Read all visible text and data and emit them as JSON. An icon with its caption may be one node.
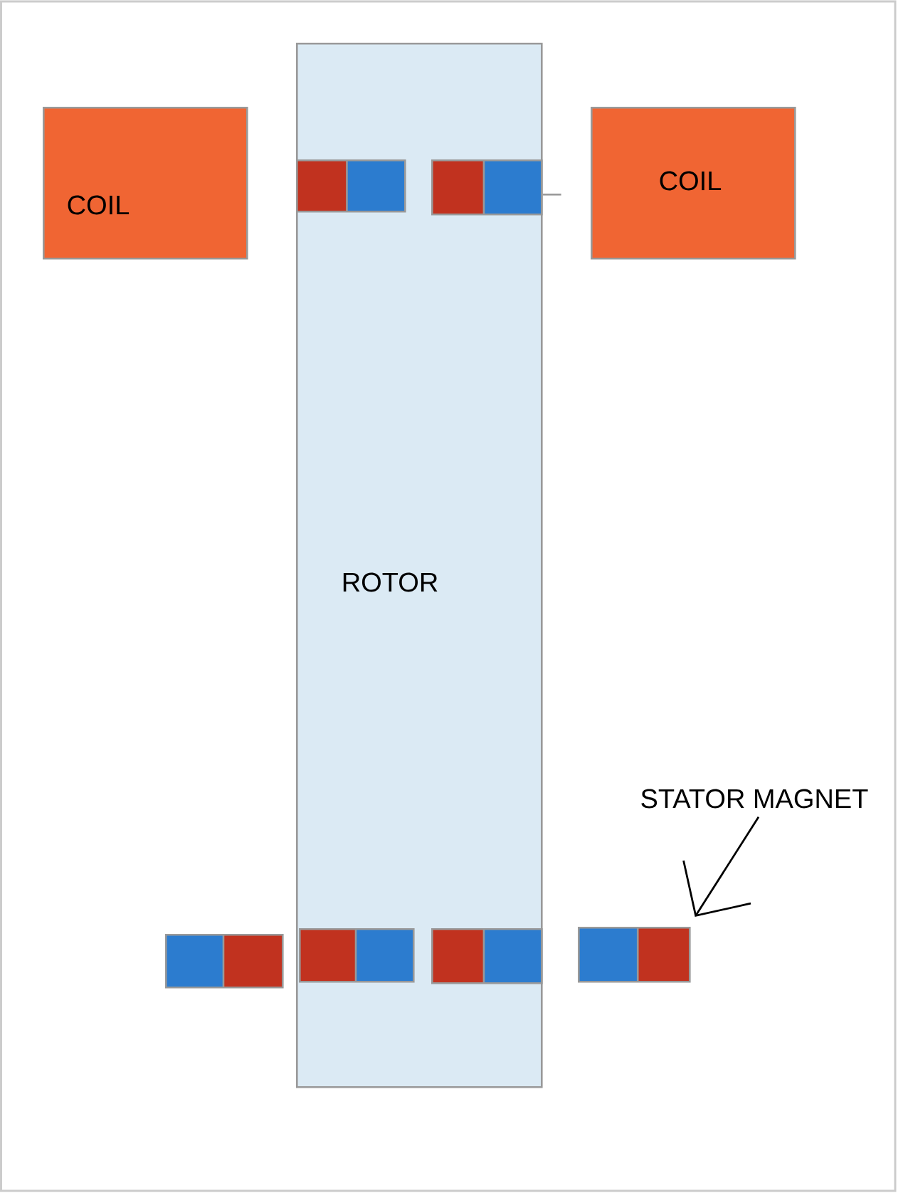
{
  "diagram": {
    "nodes": [
      {
        "text": [
          "COIL"
        ]
      },
      {
        "text": [
          "ROTOR"
        ]
      },
      {
        "text": [],
        "shape": "box",
        "in": 1
      },
      {
        "text": [],
        "shape": "box",
        "in": 1
      },
      {
        "text": [
          "COIL"
        ]
      },
      {
        "text": [
          "STATOR MAGNET"
        ]
      },
      {
        "text": [],
        "shape": "box"
      },
      {
        "text": [],
        "shape": "box",
        "in": 1
      },
      {
        "text": [],
        "shape": "box",
        "in": 1
      },
      {
        "text": [],
        "shape": "box"
      }
    ],
    "edges": [
      {
        "from": 5,
        "to": 9,
        "arrow": "to"
      }
    ]
  }
}
